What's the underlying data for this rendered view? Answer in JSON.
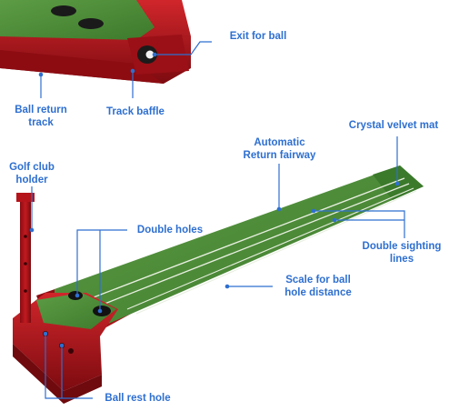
{
  "product": {
    "title": "Golf putting mat with automatic ball return",
    "colors": {
      "mat_green": "#4f8e3a",
      "mat_dark": "#2f6424",
      "base_red": "#b4141a",
      "base_dark": "#6f0a0e",
      "callout_blue": "#2e6fd0"
    }
  },
  "callouts": {
    "exit_for_ball": "Exit for ball",
    "ball_return_track": "Ball return\ntrack",
    "track_baffle": "Track baffle",
    "crystal_velvet_mat": "Crystal velvet mat",
    "automatic_return_fairway": "Automatic\nReturn fairway",
    "golf_club_holder": "Golf club\nholder",
    "double_holes": "Double holes",
    "double_sighting_lines": "Double sighting\nlines",
    "scale_for_ball_hole_distance": "Scale for ball\nhole distance",
    "ball_rest_hole": "Ball rest hole"
  }
}
